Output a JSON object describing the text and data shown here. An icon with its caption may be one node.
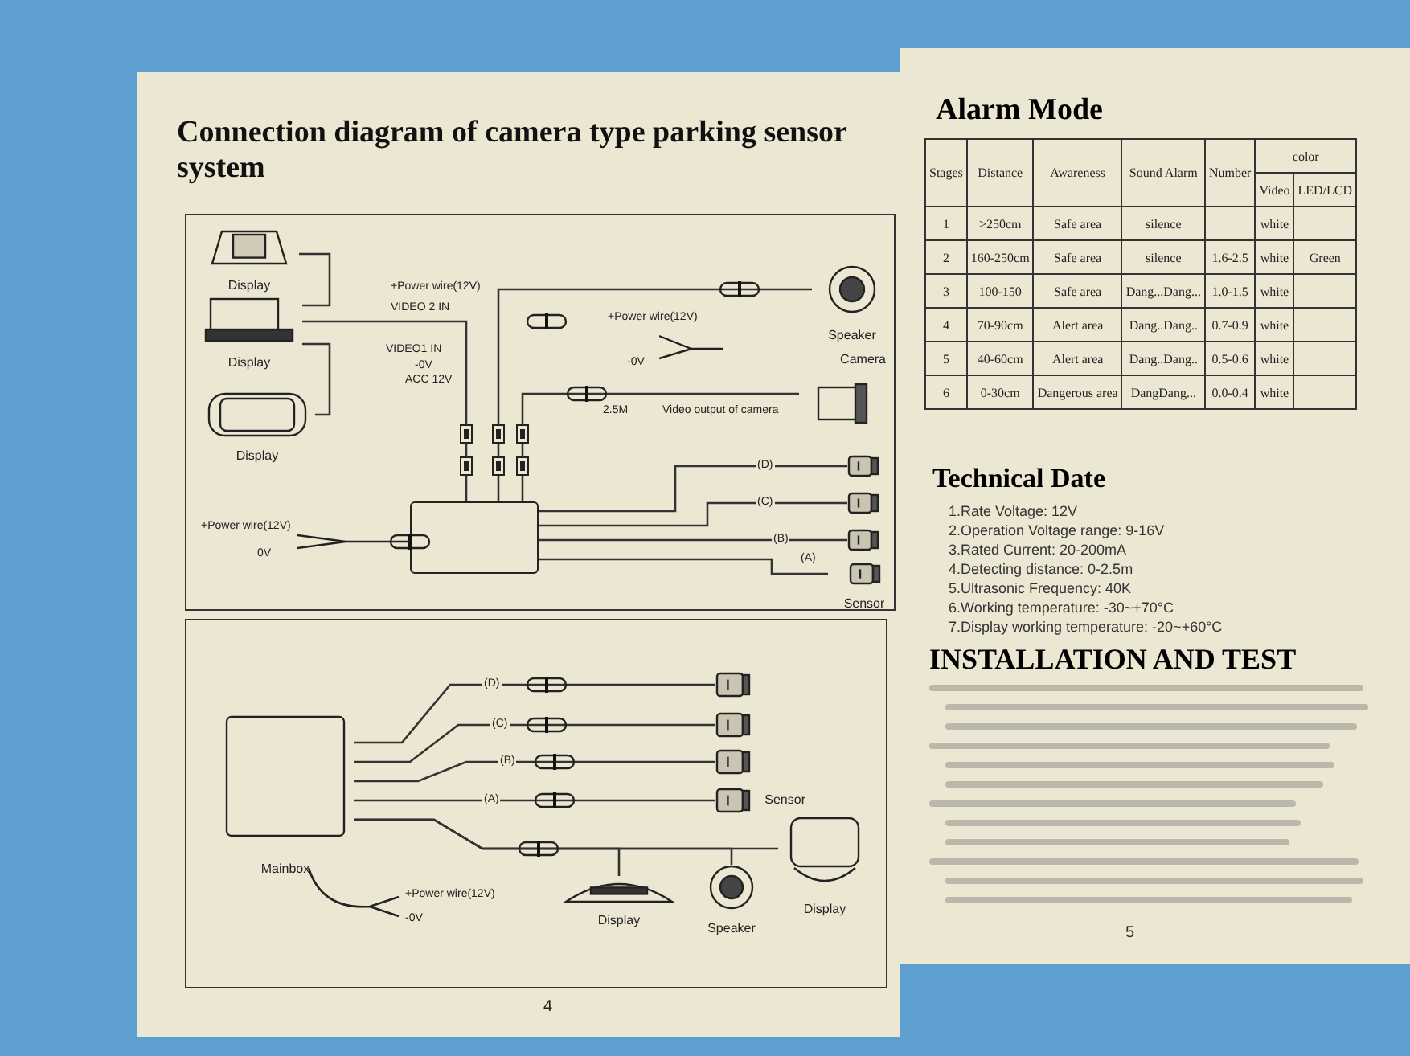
{
  "diagram": {
    "title": "Connection diagram of camera type parking sensor system",
    "nodes": [
      {
        "text": [
          "Display"
        ]
      },
      {
        "text": [
          "Display"
        ]
      },
      {
        "text": [
          "Display"
        ]
      },
      {
        "text": [
          "Speaker"
        ]
      },
      {
        "text": [
          "Camera"
        ]
      },
      {
        "text": [],
        "shape": "box"
      },
      {
        "text": [],
        "shape": "picture"
      },
      {
        "text": [],
        "shape": "picture"
      },
      {
        "text": [],
        "shape": "picture"
      },
      {
        "text": [
          "Sensor"
        ]
      },
      {
        "text": [
          "Mainbox"
        ]
      },
      {
        "text": [],
        "shape": "picture"
      },
      {
        "text": [],
        "shape": "picture"
      },
      {
        "text": [],
        "shape": "picture"
      },
      {
        "text": [
          "Sensor"
        ]
      },
      {
        "text": [
          "Display"
        ]
      },
      {
        "text": [
          "Speaker"
        ]
      },
      {
        "text": [
          "Display"
        ]
      }
    ],
    "edges": [
      {
        "from": 0,
        "to": 1,
        "arrow": "none"
      },
      {
        "from": 1,
        "to": 2,
        "arrow": "none"
      },
      {
        "from": 1,
        "to": 5,
        "arrow": "none"
      },
      {
        "from": 5,
        "to": 3,
        "arrow": "none"
      },
      {
        "from": 5,
        "to": 4,
        "arrow": "none"
      },
      {
        "from": 5,
        "to": 6,
        "arrow": "none",
        "label": "(D)"
      },
      {
        "from": 5,
        "to": 7,
        "arrow": "none",
        "label": "(C)"
      },
      {
        "from": 5,
        "to": 8,
        "arrow": "none",
        "label": "(B)"
      },
      {
        "from": 5,
        "to": 9,
        "arrow": "none",
        "label": "(A)"
      },
      {
        "from": 10,
        "to": 11,
        "arrow": "none",
        "label": "(D)"
      },
      {
        "from": 10,
        "to": 12,
        "arrow": "none",
        "label": "(C)"
      },
      {
        "from": 10,
        "to": 13,
        "arrow": "none",
        "label": "(B)"
      },
      {
        "from": 10,
        "to": 14,
        "arrow": "none",
        "label": "(A)"
      },
      {
        "from": 10,
        "to": 17,
        "arrow": "none"
      },
      {
        "from": 10,
        "to": 15,
        "arrow": "none"
      },
      {
        "from": 10,
        "to": 16,
        "arrow": "none"
      }
    ],
    "labels": [
      "+Power wire(12V)",
      "VIDEO 2 IN",
      "VIDEO1 IN",
      "-0V",
      "ACC 12V",
      "+Power wire(12V)",
      "-0V",
      "2.5M",
      "Video output of camera",
      "+Power wire(12V)",
      "0V",
      "+Power wire(12V)",
      "-0V",
      "4",
      "Alarm Mode",
      "Stages",
      "Distance",
      "Awareness",
      "Sound Alarm",
      "Number",
      "color",
      "Video",
      "LED/LCD",
      "1",
      ">250cm",
      "Safe area",
      "silence",
      "white",
      "2",
      "160-250cm",
      "Safe area",
      "silence",
      "1.6-2.5",
      "white",
      "Green",
      "3",
      "100-150",
      "Safe area",
      "Dang...Dang...",
      "1.0-1.5",
      "white",
      "4",
      "70-90cm",
      "Alert area",
      "Dang..Dang..",
      "0.7-0.9",
      "white",
      "5",
      "40-60cm",
      "Alert area",
      "Dang..Dang..",
      "0.5-0.6",
      "white",
      "6",
      "0-30cm",
      "Dangerous area",
      "DangDang...",
      "0.0-0.4",
      "white",
      "Technical Date",
      "1.Rate Voltage: 12V",
      "2.Operation Voltage range: 9-16V",
      "3.Rated Current: 20-200mA",
      "4.Detecting distance: 0-2.5m",
      "5.Ultrasonic Frequency: 40K",
      "6.Working temperature: -30~+70°C",
      "7.Display working temperature: -20~+60°C",
      "INSTALLATION AND TEST",
      "5"
    ]
  }
}
